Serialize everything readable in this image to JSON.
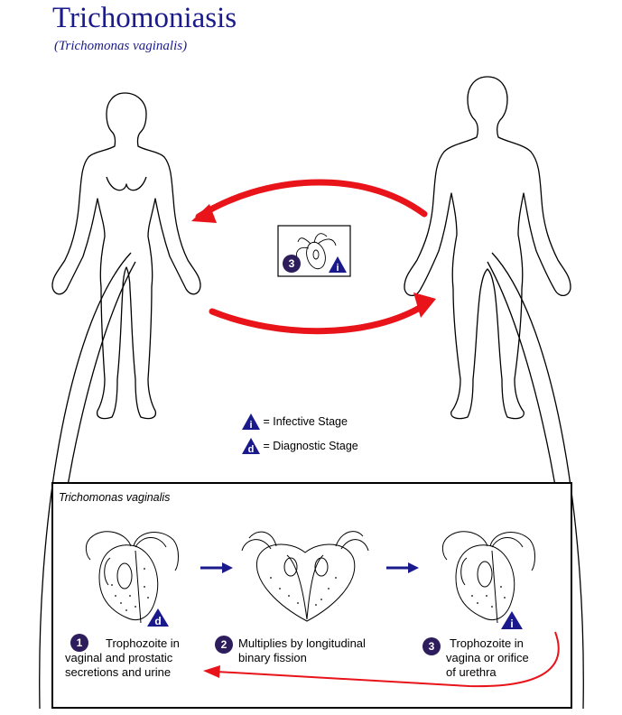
{
  "header": {
    "title": "Trichomoniasis",
    "subtitle": "(Trichomonas vaginalis)"
  },
  "legend": {
    "infective": {
      "glyph": "i",
      "text": "= Infective Stage"
    },
    "diagnostic": {
      "glyph": "d",
      "text": "= Diagnostic Stage"
    }
  },
  "transmission": {
    "stage_number": "3",
    "stage_glyph": "i"
  },
  "lifecycle": {
    "box_title": "Trichomonas vaginalis",
    "stages": [
      {
        "number": "1",
        "text_line1": "Trophozoite in",
        "text_line2": "vaginal and prostatic",
        "text_line3": "secretions and urine",
        "marker": "d"
      },
      {
        "number": "2",
        "text_line1": "Multiplies by longitudinal",
        "text_line2": "binary fission",
        "text_line3": ""
      },
      {
        "number": "3",
        "text_line1": "Trophozoite in",
        "text_line2": "vagina or orifice",
        "text_line3": "of urethra",
        "marker": "i"
      }
    ]
  },
  "colors": {
    "title": "#1a1a8c",
    "arrow_red": "#e8141a",
    "arrow_blue": "#1a1a8c",
    "badge": "#2e1d5c"
  }
}
